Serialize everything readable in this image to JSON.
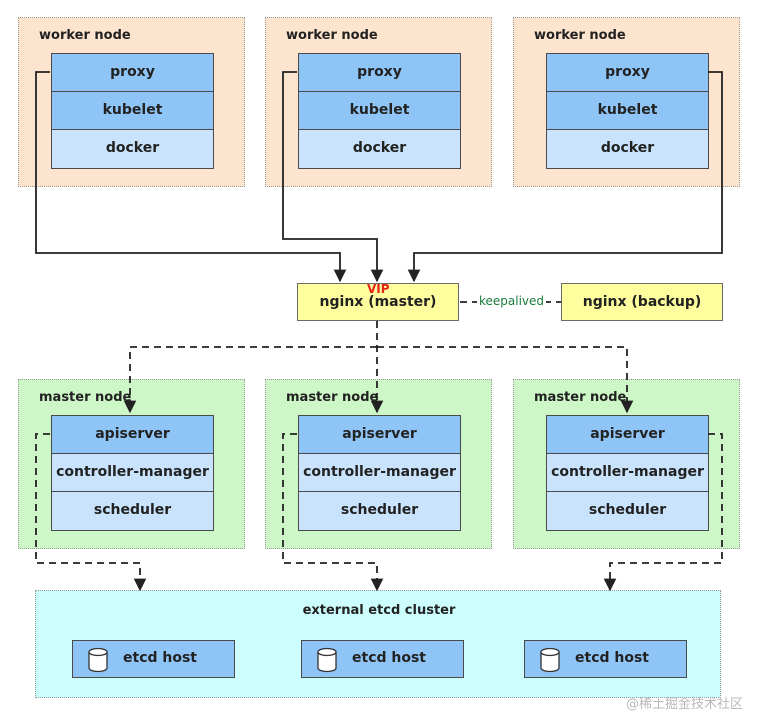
{
  "worker_nodes": [
    {
      "title": "worker node",
      "components": [
        "proxy",
        "kubelet",
        "docker"
      ]
    },
    {
      "title": "worker node",
      "components": [
        "proxy",
        "kubelet",
        "docker"
      ]
    },
    {
      "title": "worker node",
      "components": [
        "proxy",
        "kubelet",
        "docker"
      ]
    }
  ],
  "load_balancers": {
    "vip_label": "VIP",
    "master": "nginx (master)",
    "backup": "nginx (backup)",
    "link_label": "keepalived"
  },
  "master_nodes": [
    {
      "title": "master node",
      "components": [
        "apiserver",
        "controller-manager",
        "scheduler"
      ]
    },
    {
      "title": "master node",
      "components": [
        "apiserver",
        "controller-manager",
        "scheduler"
      ]
    },
    {
      "title": "master node",
      "components": [
        "apiserver",
        "controller-manager",
        "scheduler"
      ]
    }
  ],
  "etcd": {
    "title": "external etcd cluster",
    "hosts": [
      "etcd host",
      "etcd host",
      "etcd host"
    ]
  },
  "watermark": "@稀土掘金技术社区",
  "colors": {
    "worker_bg": "#fde4cf",
    "master_bg": "#cdf7c6",
    "etcd_bg": "#ccfefe",
    "component_dark": "#8ec5f6",
    "component_light": "#c8e3fb",
    "lb_bg": "#fefe9e",
    "vip": "#e2241a",
    "keepalived": "#1a7a3a"
  }
}
